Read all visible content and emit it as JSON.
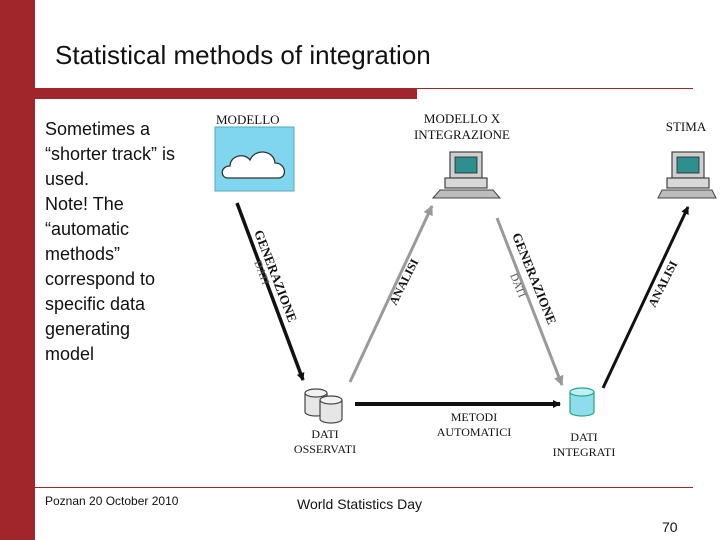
{
  "slide": {
    "title": "Statistical methods of integration",
    "body_lines": [
      "Sometimes a",
      "“shorter track” is",
      "used.",
      "Note! The",
      "“automatic",
      "methods”",
      "correspond to",
      "specific data",
      "generating",
      "model"
    ],
    "footer_left": "Poznan 20 October 2010",
    "footer_center": "World Statistics Day",
    "page_number": "70"
  },
  "diagram": {
    "nodes": {
      "modello": "MODELLO",
      "modello_x_line1": "MODELLO X",
      "modello_x_line2": "INTEGRAZIONE",
      "stima": "STIMA",
      "dati_osservati_line1": "DATI",
      "dati_osservati_line2": "OSSERVATI",
      "metodi_line1": "METODI",
      "metodi_line2": "AUTOMATICI",
      "dati_integrati_line1": "DATI",
      "dati_integrati_line2": "INTEGRATI"
    },
    "edge_labels": {
      "generazione_1": "GENERAZIONE",
      "dati_1": "DATI",
      "analisi_1": "ANALISI",
      "generazione_2": "GENERAZIONE",
      "dati_2": "DATI",
      "analisi_2": "ANALISI"
    },
    "icons": {
      "modello": "cloud-icon",
      "modello_x": "computer-icon",
      "stima": "computer-icon",
      "dati_osservati": "database-icon",
      "dati_integrati": "database-icon"
    },
    "colors": {
      "accent": "#a0262b",
      "cloud_panel": "#7fd6ee"
    }
  }
}
